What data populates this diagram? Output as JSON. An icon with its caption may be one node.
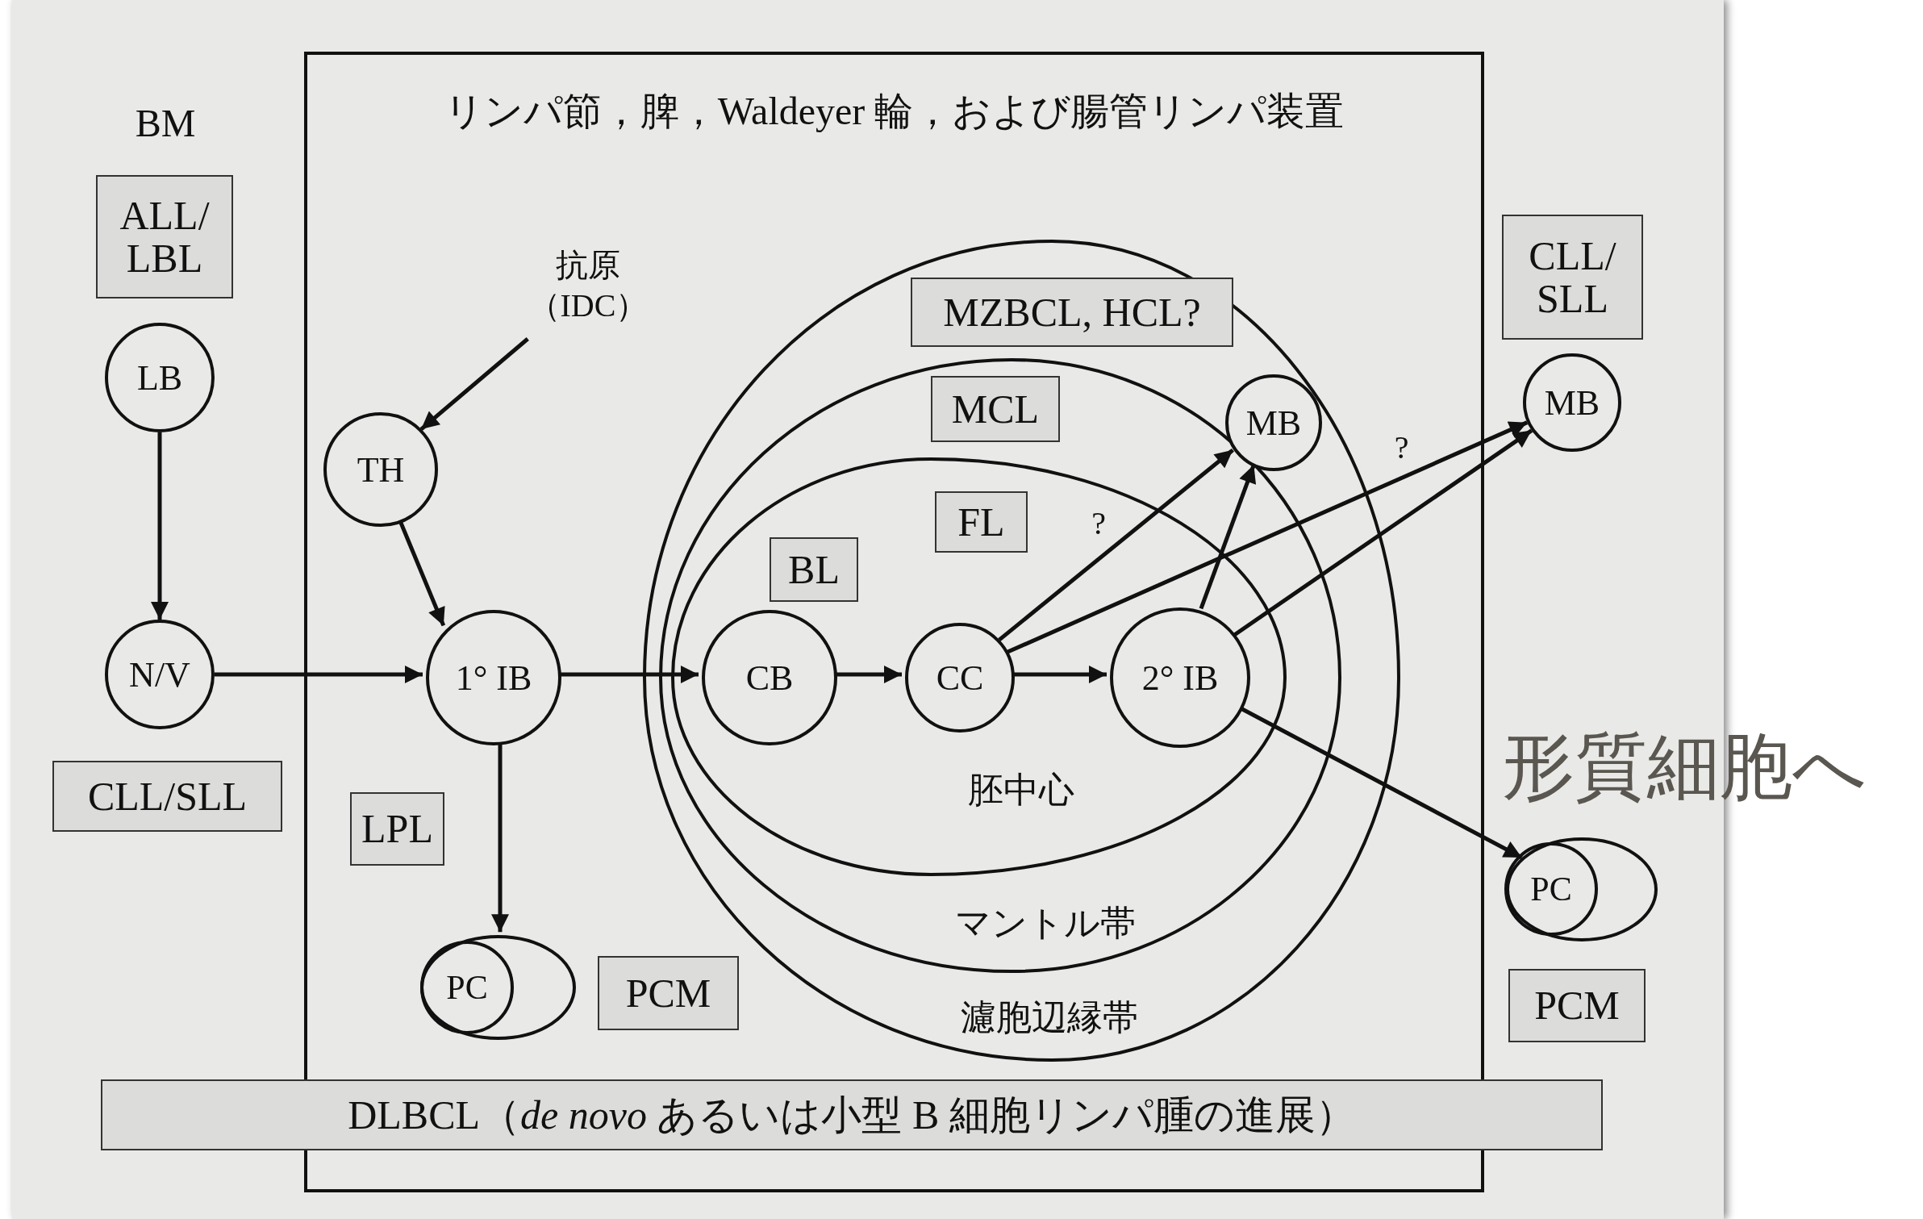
{
  "diagram": {
    "nodes": [
      {
        "text": [
          "ALL/ LBL"
        ]
      },
      {
        "text": [
          "LB"
        ]
      },
      {
        "text": [
          "N/V"
        ]
      },
      {
        "text": [
          "CLL/SLL"
        ]
      },
      {
        "text": [
          "リンパ節，脾，Waldeyer 輪，および腸管リンパ装置"
        ]
      },
      {
        "text": [
          "抗原（IDC）"
        ],
        "in": 4
      },
      {
        "text": [
          "TH"
        ],
        "in": 4
      },
      {
        "text": [
          "1° IB"
        ],
        "in": 4
      },
      {
        "text": [
          "LPL"
        ],
        "in": 4
      },
      {
        "text": [
          "PC"
        ],
        "in": 4
      },
      {
        "text": [
          "PCM"
        ],
        "in": 4
      },
      {
        "text": [
          "濾胞辺縁帯"
        ],
        "in": 4
      },
      {
        "text": [
          "MZBCL, HCL?"
        ],
        "in": 11
      },
      {
        "text": [
          "マントル帯"
        ],
        "in": 11
      },
      {
        "text": [
          "MCL"
        ],
        "in": 13
      },
      {
        "text": [
          "MB"
        ],
        "in": 11
      },
      {
        "text": [
          "胚中心"
        ],
        "in": 13
      },
      {
        "text": [
          "BL"
        ],
        "in": 16
      },
      {
        "text": [
          "FL"
        ],
        "in": 16
      },
      {
        "text": [
          "CB"
        ],
        "in": 16
      },
      {
        "text": [
          "CC"
        ],
        "in": 16
      },
      {
        "text": [
          "2° IB"
        ],
        "in": 16
      },
      {
        "text": [
          "DLBCL（*de novo* あるいは小型 B 細胞リンパ腫の進展）"
        ]
      },
      {
        "text": [
          "CLL/ SLL"
        ]
      },
      {
        "text": [
          "MB"
        ]
      },
      {
        "text": [
          "PC"
        ]
      },
      {
        "text": [
          "PCM"
        ]
      }
    ],
    "edges": [
      {
        "from": 1,
        "to": 2,
        "arrow": "to"
      },
      {
        "from": 2,
        "to": 7,
        "arrow": "to"
      },
      {
        "from": 5,
        "to": 6,
        "arrow": "to"
      },
      {
        "from": 6,
        "to": 7,
        "arrow": "to"
      },
      {
        "from": 7,
        "to": 19,
        "arrow": "to"
      },
      {
        "from": 19,
        "to": 20,
        "arrow": "to"
      },
      {
        "from": 20,
        "to": 21,
        "arrow": "to"
      },
      {
        "from": 7,
        "to": 9,
        "arrow": "to"
      },
      {
        "from": 20,
        "to": 15,
        "arrow": "to",
        "label": "?"
      },
      {
        "from": 20,
        "to": 24,
        "arrow": "to",
        "label": "?"
      },
      {
        "from": 21,
        "to": 15,
        "arrow": "to"
      },
      {
        "from": 21,
        "to": 24,
        "arrow": "to"
      },
      {
        "from": 21,
        "to": 25,
        "arrow": "to"
      }
    ],
    "labels": [
      "BM",
      "形質細胞へ"
    ]
  }
}
